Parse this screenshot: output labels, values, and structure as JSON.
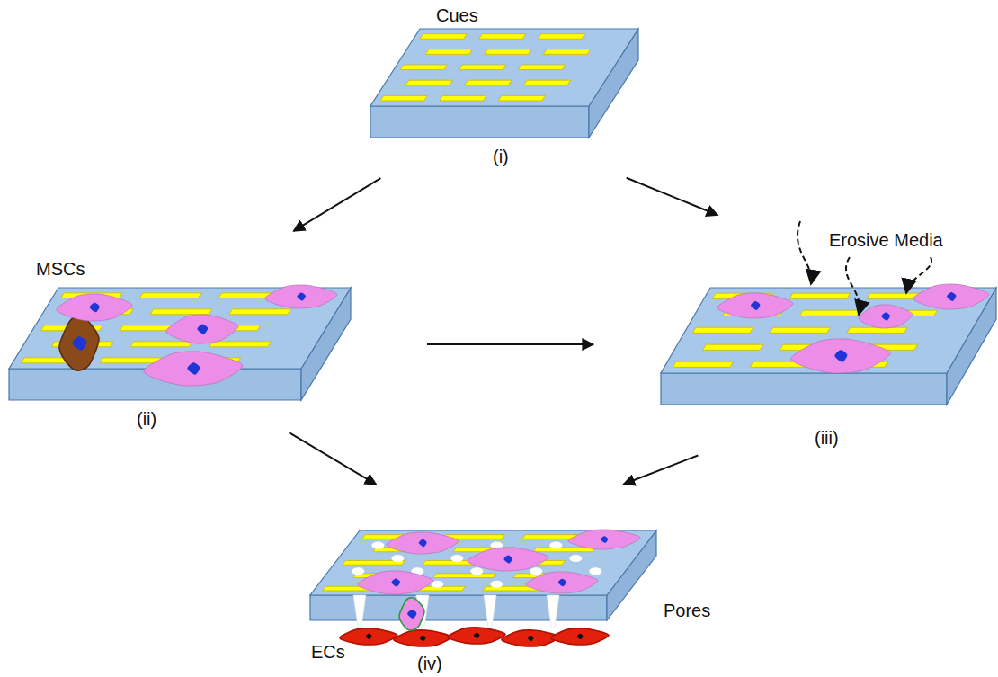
{
  "diagram": {
    "nodes": [
      {
        "text": [
          "Cues",
          "(i)"
        ]
      },
      {
        "text": [
          "MSCs",
          "(ii)"
        ]
      },
      {
        "text": [
          "Erosive Media",
          "(iii)"
        ]
      },
      {
        "text": [
          "Pores",
          "ECs",
          "(iv)"
        ]
      }
    ],
    "edges": [
      {
        "from": 0,
        "to": 1,
        "arrow": "to"
      },
      {
        "from": 0,
        "to": 2,
        "arrow": "to"
      },
      {
        "from": 1,
        "to": 2,
        "arrow": "to"
      },
      {
        "from": 1,
        "to": 3,
        "arrow": "to"
      },
      {
        "from": 2,
        "to": 3,
        "arrow": "to"
      }
    ]
  }
}
